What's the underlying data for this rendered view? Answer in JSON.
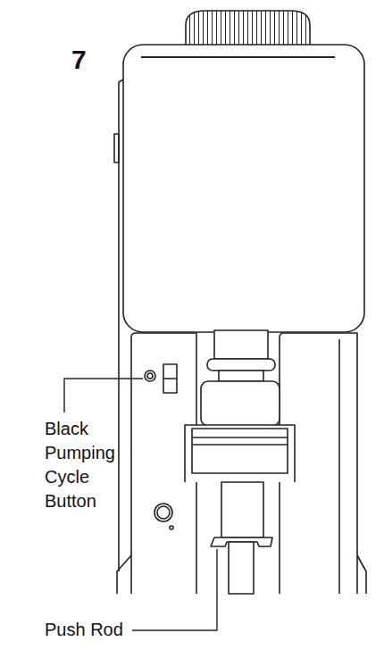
{
  "diagram": {
    "labels": [
      "7",
      "Black Pumping Cycle Button",
      "Push Rod"
    ]
  }
}
